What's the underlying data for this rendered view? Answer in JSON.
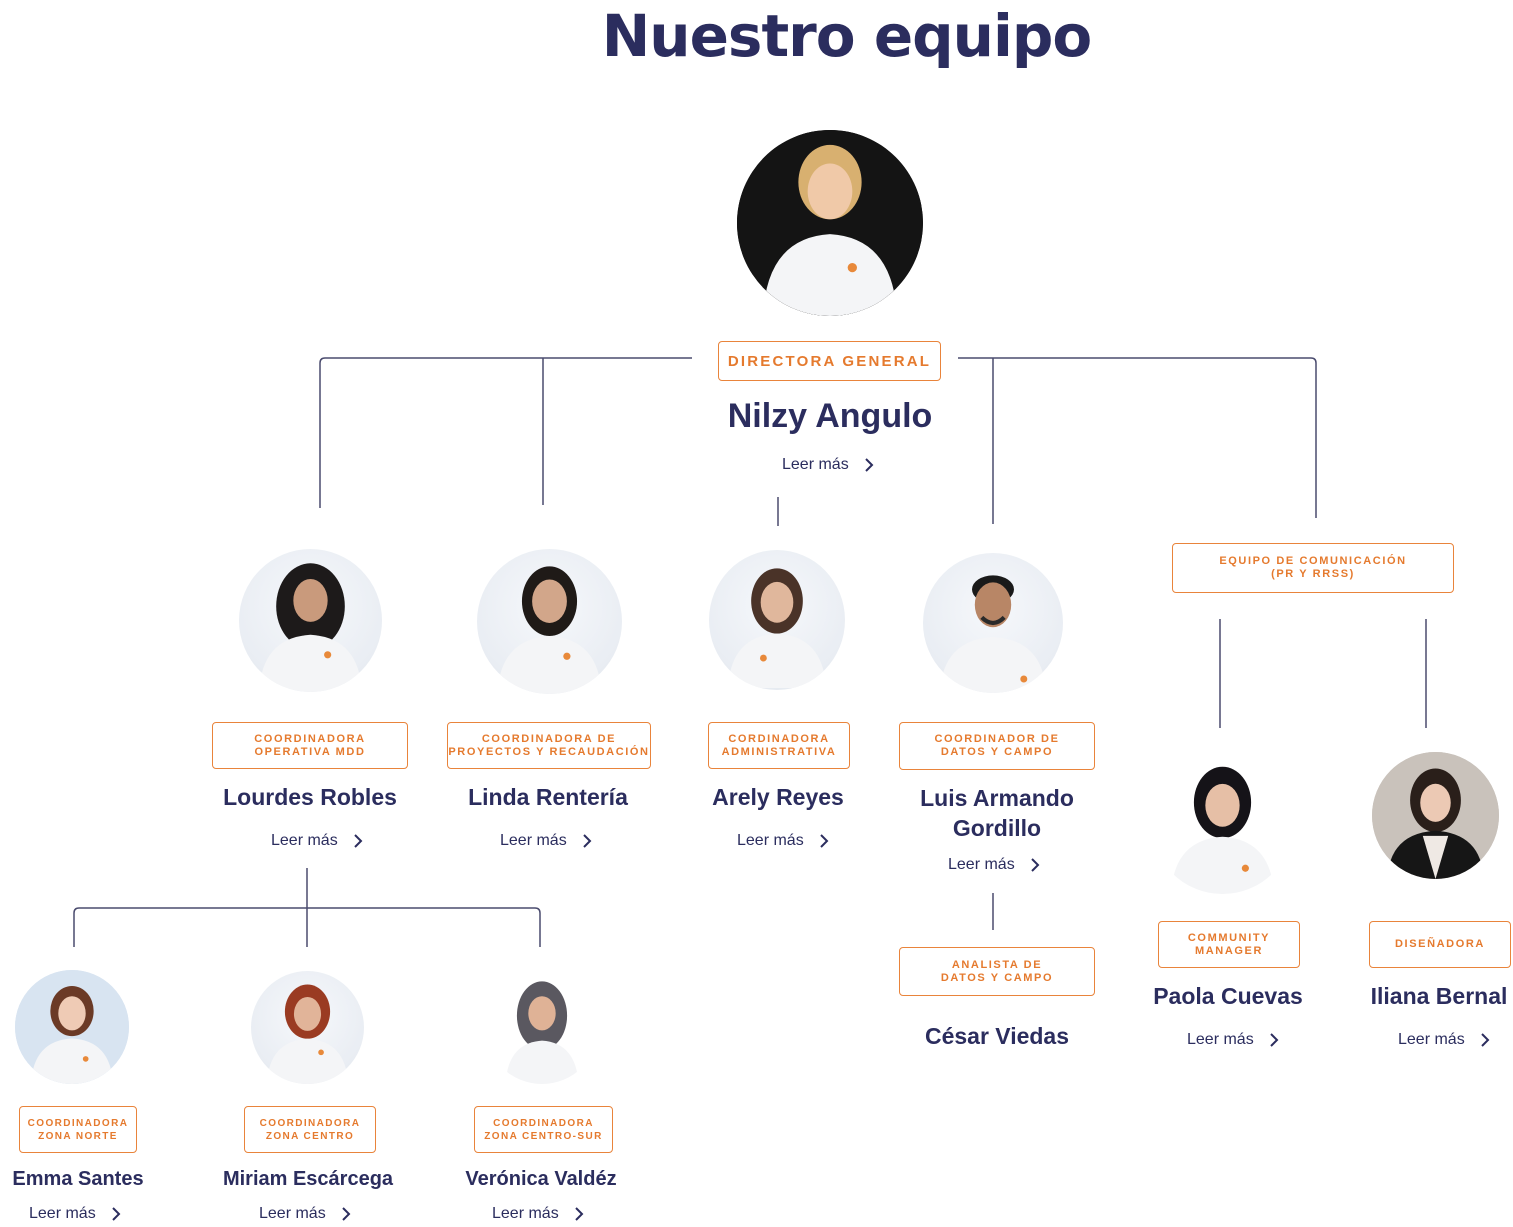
{
  "title": "Nuestro equipo",
  "read_more_label": "Leer más",
  "accent_color": "#e57a2e",
  "text_color": "#2b2d5e",
  "line_color": "#4a4b6e",
  "members": {
    "nilzy": {
      "role": "DIRECTORA GENERAL",
      "name": "Nilzy Angulo"
    },
    "lourdes": {
      "role": "COORDINADORA\nOPERATIVA MDD",
      "name": "Lourdes Robles"
    },
    "linda": {
      "role": "COORDINADORA DE\nPROYECTOS Y RECAUDACIÓN",
      "name": "Linda Rentería"
    },
    "arely": {
      "role": "CORDINADORA\nADMINISTRATIVA",
      "name": "Arely Reyes"
    },
    "luis": {
      "role": "COORDINADOR DE\nDATOS Y CAMPO",
      "name": "Luis Armando\nGordillo"
    },
    "cesar": {
      "role": "ANALISTA DE\nDATOS Y CAMPO",
      "name": "César Viedas"
    },
    "team": {
      "role": "EQUIPO DE COMUNICACIÓN\n(PR Y RRSS)"
    },
    "paola": {
      "role": "COMMUNITY\nMANAGER",
      "name": "Paola Cuevas"
    },
    "iliana": {
      "role": "DISEÑADORA",
      "name": "Iliana Bernal"
    },
    "emma": {
      "role": "COORDINADORA\nZONA NORTE",
      "name": "Emma Santes"
    },
    "miriam": {
      "role": "COORDINADORA\nZONA CENTRO",
      "name": "Miriam Escárcega"
    },
    "veronica": {
      "role": "COORDINADORA\nZONA CENTRO-SUR",
      "name": "Verónica Valdéz"
    }
  }
}
